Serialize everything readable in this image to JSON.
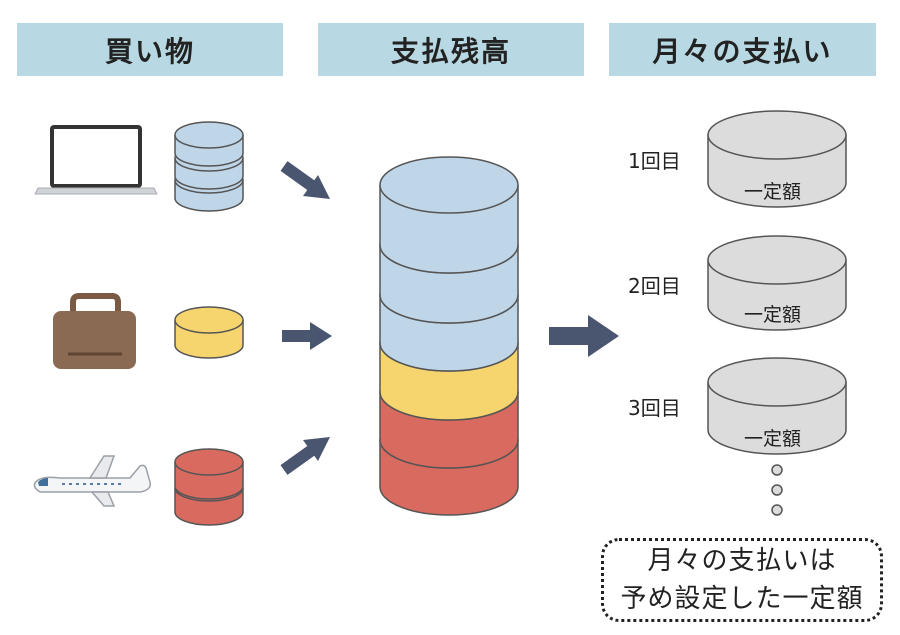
{
  "headers": {
    "purchases": "買い物",
    "balance": "支払残高",
    "monthly": "月々の支払い"
  },
  "installments": [
    {
      "number": "1回目",
      "amount": "一定額"
    },
    {
      "number": "2回目",
      "amount": "一定額"
    },
    {
      "number": "3回目",
      "amount": "一定額"
    }
  ],
  "note": {
    "line1": "月々の支払いは",
    "line2": "予め設定した一定額"
  },
  "icons": [
    "laptop-icon",
    "bag-icon",
    "airplane-icon"
  ],
  "colors": {
    "header_bg": "#b8d9e3",
    "blue_disk": "#bfd5e8",
    "yellow_disk": "#f6d56e",
    "red_disk": "#d86a5f",
    "gray_disk": "#dcdcdc",
    "arrow": "#4a5570"
  }
}
